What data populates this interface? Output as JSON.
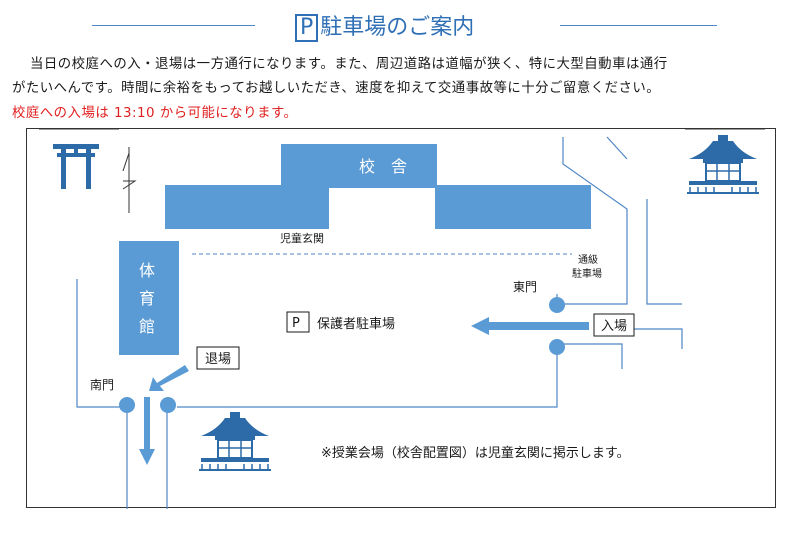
{
  "header": {
    "title": "駐車場のご案内",
    "parking_symbol": "P"
  },
  "intro": {
    "line1": "当日の校庭への入・退場は一方通行になります。また、周辺道路は道幅が狭く、特に大型自動車は通行",
    "line2": "がたいへんです。時間に余裕をもってお越しいただき、速度を抑えて交通事故等に十分ご留意ください。",
    "notice": "校庭への入場は 13:10 から可能になります。"
  },
  "map": {
    "school_building": "校　舎",
    "entrance_label": "児童玄関",
    "gym": [
      "体",
      "育",
      "館"
    ],
    "parking_symbol": "P",
    "parking_label": "保護者駐車場",
    "east_gate": "東門",
    "south_gate": "南門",
    "enter_label": "入場",
    "exit_label": "退場",
    "staff_parking_line1": "通級",
    "staff_parking_line2": "駐車場",
    "note": "※授業会場（校舎配置図）は児童玄関に掲示します。"
  },
  "colors": {
    "building": "#5b9bd5",
    "accent": "#2e6fb5",
    "line": "#4f86c6",
    "notice": "#e02020",
    "temple": "#2d6aa8"
  }
}
